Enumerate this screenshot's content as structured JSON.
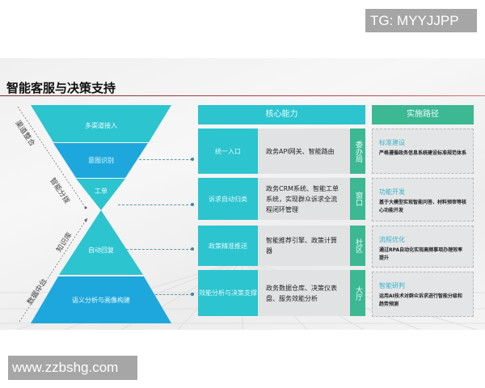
{
  "watermarks": {
    "top": "TG: MYYJJPP",
    "bottom": "www.zzbshg.com"
  },
  "slide": {
    "title": "智能客服与决策支持",
    "colors": {
      "teal": "#2cc4cf",
      "blue": "#1ea7dc",
      "green": "#3cb893",
      "grey_panel": "#e1e2e4",
      "title_rule": "#b03a3a"
    },
    "funnel_top": {
      "layers": [
        {
          "label": "多渠道接入"
        },
        {
          "label": "意图识别"
        },
        {
          "label": "工单"
        }
      ]
    },
    "funnel_bottom": {
      "layers": [
        {
          "label": "自动回复"
        },
        {
          "label": "语义分析与画像构建"
        }
      ]
    },
    "side_labels": {
      "channel_integration": "渠道整合",
      "smart_dispatch": "智能分拨",
      "knowledge_base": "知识库",
      "data_platform": "数据中台"
    },
    "core": {
      "header": "核心能力",
      "rows": [
        {
          "capability": "统一入口",
          "description": "政务API网关、智能路由",
          "tag": "委办局"
        },
        {
          "capability": "诉求自动归类",
          "description": "政务CRM系统、智能工单系统，实现群众诉求全流程闭环管理",
          "tag": "窗口"
        },
        {
          "capability": "政策精准推送",
          "description": "智能推荐引擎、政策计算器",
          "tag": "社区"
        },
        {
          "capability": "效能分析与决策支撑",
          "description": "政务数据仓库、决策仪表盘、服务效能分析",
          "tag": "大厅"
        }
      ]
    },
    "path": {
      "header": "实施路径",
      "cards": [
        {
          "title": "标准建设",
          "description": "严格遵循政务信息系统建设标准规范体系"
        },
        {
          "title": "功能开发",
          "description": "基于大模型实现智能问答、材料预审等核心功能开发"
        },
        {
          "title": "流程优化",
          "description": "通过RPA自动化实现高频事项办理效率提升"
        },
        {
          "title": "智能研判",
          "description": "运用AI技术对群众诉求进行智能分级和趋势预测"
        }
      ]
    }
  }
}
